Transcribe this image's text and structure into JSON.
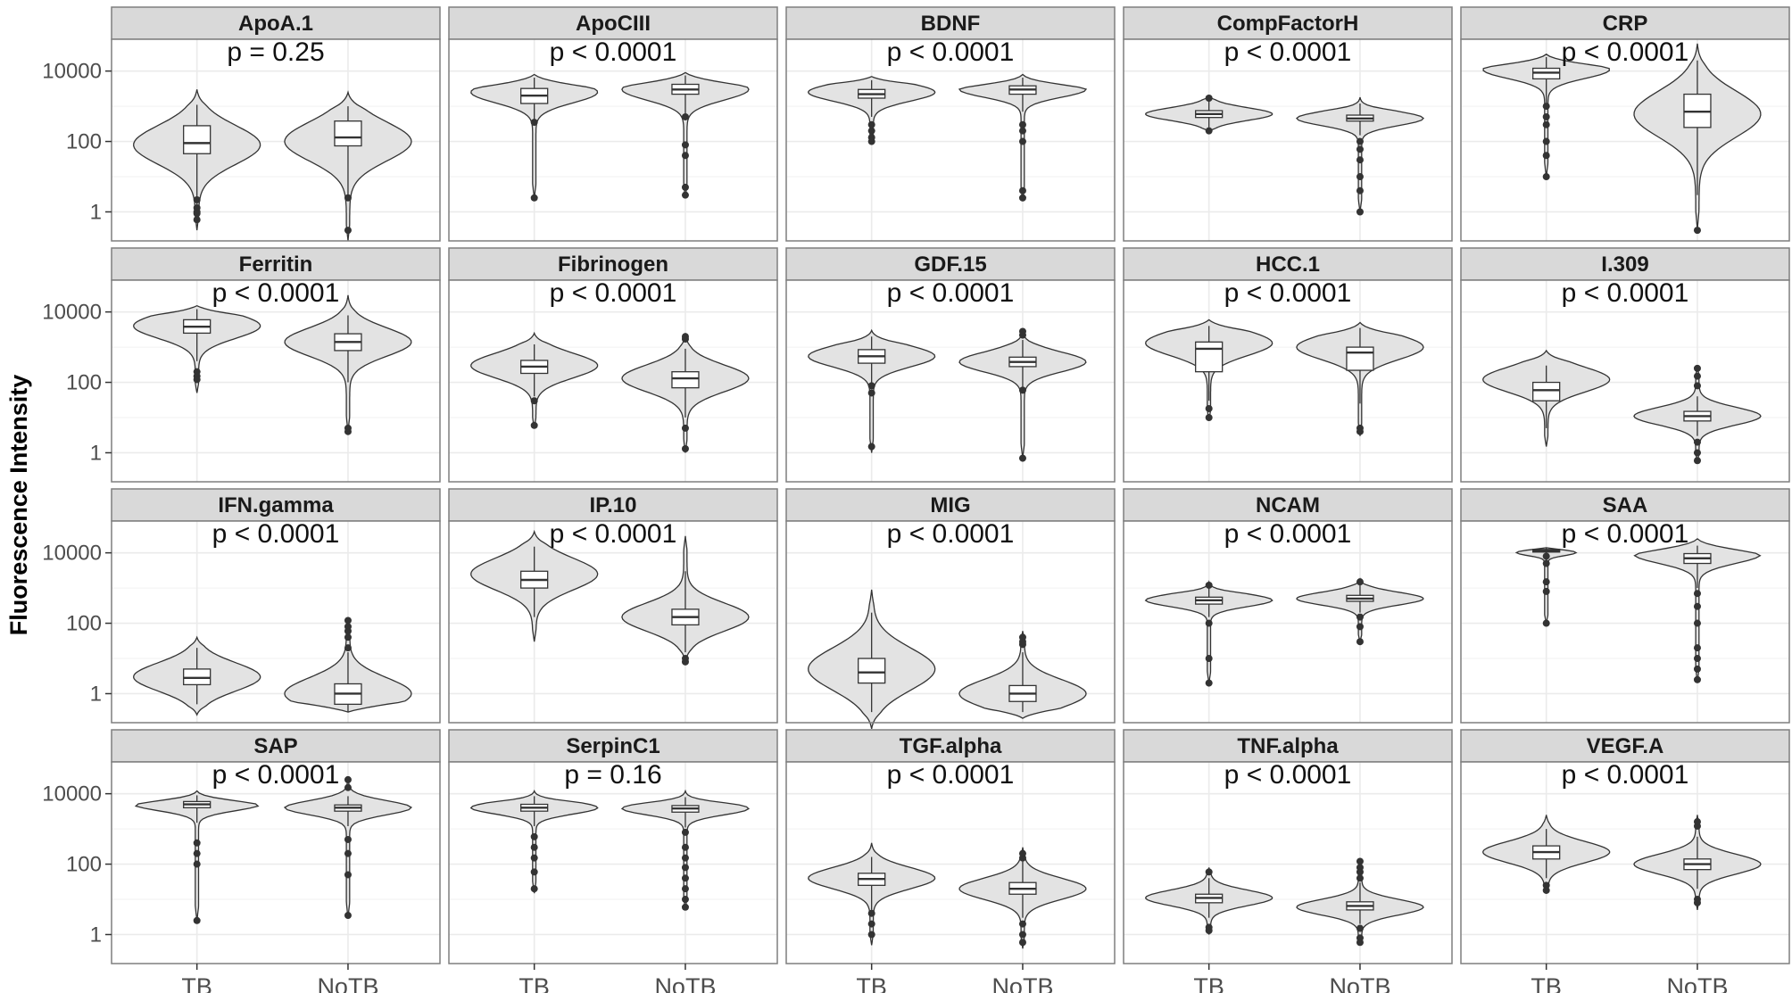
{
  "chart_data": {
    "type": "violin",
    "ylabel": "Fluorescence Intensity",
    "yscale": "log10",
    "ylim": [
      0.15,
      80000
    ],
    "yticks": [
      1,
      100,
      10000
    ],
    "ytick_labels": [
      "1",
      "100",
      "10000"
    ],
    "categories": [
      "TB",
      "NoTB"
    ],
    "grid": true,
    "colors": {
      "violin_fill": "#e3e3e3",
      "strip_fill": "#d9d9d9",
      "panel_border": "#7f7f7f",
      "grid": "#ebebeb",
      "outline": "#333333"
    },
    "panels": [
      {
        "title": "ApoA.1",
        "pval": "p = 0.25",
        "groups": [
          {
            "name": "TB",
            "min": 0.3,
            "max": 3000,
            "q1": 45,
            "median": 90,
            "q3": 280,
            "wlo": 1.5,
            "whi": 1100,
            "mode": 80,
            "sd": 0.55,
            "outliers": [
              1.3,
              2.2,
              0.6,
              0.9,
              1.0
            ]
          },
          {
            "name": "NoTB",
            "min": 0.15,
            "max": 2500,
            "q1": 75,
            "median": 130,
            "q3": 380,
            "wlo": 2.5,
            "whi": 1000,
            "mode": 100,
            "sd": 0.55,
            "outliers": [
              2.5,
              0.3
            ]
          }
        ]
      },
      {
        "title": "ApoCIII",
        "pval": "p < 0.0001",
        "groups": [
          {
            "name": "TB",
            "min": 2.5,
            "max": 8000,
            "q1": 1200,
            "median": 2000,
            "q3": 3200,
            "wlo": 350,
            "whi": 6500,
            "mode": 2500,
            "sd": 0.3,
            "outliers": [
              350,
              2.5
            ]
          },
          {
            "name": "NoTB",
            "min": 2.5,
            "max": 9000,
            "q1": 2200,
            "median": 3000,
            "q3": 4200,
            "wlo": 500,
            "whi": 7500,
            "mode": 3000,
            "sd": 0.3,
            "outliers": [
              500,
              80,
              40,
              5,
              3
            ]
          }
        ]
      },
      {
        "title": "BDNF",
        "pval": "p < 0.0001",
        "groups": [
          {
            "name": "TB",
            "min": 80,
            "max": 7000,
            "q1": 1700,
            "median": 2200,
            "q3": 3000,
            "wlo": 500,
            "whi": 5500,
            "mode": 2500,
            "sd": 0.25,
            "outliers": [
              200,
              130,
              100,
              300
            ]
          },
          {
            "name": "NoTB",
            "min": 2,
            "max": 8000,
            "q1": 2200,
            "median": 3000,
            "q3": 3800,
            "wlo": 700,
            "whi": 6500,
            "mode": 3000,
            "sd": 0.22,
            "outliers": [
              300,
              200,
              100,
              4,
              2.5
            ]
          }
        ]
      },
      {
        "title": "CompFactorH",
        "pval": "p < 0.0001",
        "groups": [
          {
            "name": "TB",
            "min": 180,
            "max": 2000,
            "q1": 480,
            "median": 600,
            "q3": 750,
            "wlo": 250,
            "whi": 1400,
            "mode": 600,
            "sd": 0.18,
            "outliers": [
              200,
              1700
            ]
          },
          {
            "name": "NoTB",
            "min": 1,
            "max": 1800,
            "q1": 380,
            "median": 450,
            "q3": 560,
            "wlo": 150,
            "whi": 1200,
            "mode": 450,
            "sd": 0.2,
            "outliers": [
              100,
              60,
              30,
              10,
              4,
              1
            ]
          }
        ]
      },
      {
        "title": "CRP",
        "pval": "p < 0.0001",
        "groups": [
          {
            "name": "TB",
            "min": 10,
            "max": 30000,
            "q1": 6000,
            "median": 9000,
            "q3": 12000,
            "wlo": 1000,
            "whi": 25000,
            "mode": 11000,
            "sd": 0.25,
            "outliers": [
              1000,
              500,
              300,
              100,
              40,
              10
            ]
          },
          {
            "name": "NoTB",
            "min": 0.3,
            "max": 60000,
            "q1": 250,
            "median": 700,
            "q3": 2200,
            "wlo": 3,
            "whi": 20000,
            "mode": 600,
            "sd": 0.65,
            "outliers": [
              0.3
            ]
          }
        ]
      },
      {
        "title": "Ferritin",
        "pval": "p < 0.0001",
        "groups": [
          {
            "name": "TB",
            "min": 50,
            "max": 15000,
            "q1": 2500,
            "median": 3800,
            "q3": 6000,
            "wlo": 400,
            "whi": 12000,
            "mode": 4000,
            "sd": 0.35,
            "outliers": [
              150,
              120,
              200
            ]
          },
          {
            "name": "NoTB",
            "min": 4,
            "max": 30000,
            "q1": 800,
            "median": 1400,
            "q3": 2400,
            "wlo": 100,
            "whi": 8000,
            "mode": 1400,
            "sd": 0.4,
            "outliers": [
              4,
              5
            ]
          }
        ]
      },
      {
        "title": "Fibrinogen",
        "pval": "p < 0.0001",
        "groups": [
          {
            "name": "TB",
            "min": 5,
            "max": 2500,
            "q1": 180,
            "median": 280,
            "q3": 420,
            "wlo": 40,
            "whi": 1200,
            "mode": 300,
            "sd": 0.35,
            "outliers": [
              30,
              6
            ]
          },
          {
            "name": "NoTB",
            "min": 1,
            "max": 2500,
            "q1": 70,
            "median": 130,
            "q3": 200,
            "wlo": 10,
            "whi": 900,
            "mode": 130,
            "sd": 0.38,
            "outliers": [
              1700,
              2000,
              5,
              1.3
            ]
          }
        ]
      },
      {
        "title": "GDF.15",
        "pval": "p < 0.0001",
        "groups": [
          {
            "name": "TB",
            "min": 1,
            "max": 3000,
            "q1": 350,
            "median": 550,
            "q3": 850,
            "wlo": 80,
            "whi": 2000,
            "mode": 550,
            "sd": 0.3,
            "outliers": [
              80,
              50,
              1.5
            ]
          },
          {
            "name": "NoTB",
            "min": 0.7,
            "max": 3000,
            "q1": 280,
            "median": 380,
            "q3": 520,
            "wlo": 60,
            "whi": 1600,
            "mode": 380,
            "sd": 0.28,
            "outliers": [
              2200,
              2800,
              60,
              0.7
            ]
          }
        ]
      },
      {
        "title": "HCC.1",
        "pval": "p < 0.0001",
        "groups": [
          {
            "name": "TB",
            "min": 8,
            "max": 6000,
            "q1": 200,
            "median": 900,
            "q3": 1400,
            "wlo": 30,
            "whi": 4000,
            "mode": 1300,
            "sd": 0.35,
            "outliers": [
              18,
              10
            ]
          },
          {
            "name": "NoTB",
            "min": 3,
            "max": 5000,
            "q1": 220,
            "median": 700,
            "q3": 1000,
            "wlo": 25,
            "whi": 3500,
            "mode": 1000,
            "sd": 0.35,
            "outliers": [
              5,
              4
            ]
          }
        ]
      },
      {
        "title": "I.309",
        "pval": "p < 0.0001",
        "groups": [
          {
            "name": "TB",
            "min": 1.5,
            "max": 800,
            "q1": 30,
            "median": 60,
            "q3": 100,
            "wlo": 5,
            "whi": 300,
            "mode": 120,
            "sd": 0.35,
            "outliers": []
          },
          {
            "name": "NoTB",
            "min": 0.5,
            "max": 300,
            "q1": 8,
            "median": 11,
            "q3": 15,
            "wlo": 3,
            "whi": 40,
            "mode": 11,
            "sd": 0.25,
            "outliers": [
              80,
              150,
              250,
              2,
              1,
              0.6
            ]
          }
        ]
      },
      {
        "title": "IFN.gamma",
        "pval": "p < 0.0001",
        "groups": [
          {
            "name": "TB",
            "min": 0.25,
            "max": 40,
            "q1": 1.8,
            "median": 2.8,
            "q3": 5,
            "wlo": 0.5,
            "whi": 20,
            "mode": 3,
            "sd": 0.4,
            "outliers": []
          },
          {
            "name": "NoTB",
            "min": 0.3,
            "max": 150,
            "q1": 0.5,
            "median": 1,
            "q3": 1.9,
            "wlo": 0.3,
            "whi": 15,
            "mode": 1,
            "sd": 0.45,
            "outliers": [
              20,
              40,
              60,
              80,
              120
            ]
          }
        ]
      },
      {
        "title": "IP.10",
        "pval": "p < 0.0001",
        "groups": [
          {
            "name": "TB",
            "min": 30,
            "max": 40000,
            "q1": 1000,
            "median": 1700,
            "q3": 3000,
            "wlo": 150,
            "whi": 15000,
            "mode": 2500,
            "sd": 0.45,
            "outliers": []
          },
          {
            "name": "NoTB",
            "min": 7,
            "max": 30000,
            "q1": 90,
            "median": 150,
            "q3": 250,
            "wlo": 15,
            "whi": 3000,
            "mode": 150,
            "sd": 0.4,
            "outliers": [
              8,
              10
            ]
          }
        ]
      },
      {
        "title": "MIG",
        "pval": "p < 0.0001",
        "groups": [
          {
            "name": "TB",
            "min": 0.1,
            "max": 900,
            "q1": 2,
            "median": 4,
            "q3": 10,
            "wlo": 0.3,
            "whi": 200,
            "mode": 5,
            "sd": 0.6,
            "outliers": []
          },
          {
            "name": "NoTB",
            "min": 0.2,
            "max": 60,
            "q1": 0.6,
            "median": 1,
            "q3": 1.7,
            "wlo": 0.3,
            "whi": 15,
            "mode": 1,
            "sd": 0.4,
            "outliers": [
              25,
              30,
              40
            ]
          }
        ]
      },
      {
        "title": "NCAM",
        "pval": "p < 0.0001",
        "groups": [
          {
            "name": "TB",
            "min": 2,
            "max": 1500,
            "q1": 350,
            "median": 450,
            "q3": 550,
            "wlo": 150,
            "whi": 1000,
            "mode": 450,
            "sd": 0.18,
            "outliers": [
              100,
              10,
              2,
              1200
            ]
          },
          {
            "name": "NoTB",
            "min": 30,
            "max": 1800,
            "q1": 420,
            "median": 500,
            "q3": 620,
            "wlo": 200,
            "whi": 1200,
            "mode": 500,
            "sd": 0.18,
            "outliers": [
              150,
              80,
              30,
              1500
            ]
          }
        ]
      },
      {
        "title": "SAA",
        "pval": "p < 0.0001",
        "groups": [
          {
            "name": "TB",
            "min": 100,
            "max": 14000,
            "q1": 10500,
            "median": 11500,
            "q3": 12500,
            "wlo": 6000,
            "whi": 13500,
            "mode": 12000,
            "sd": 0.1,
            "outliers": [
              8000,
              5000,
              1500,
              800,
              100
            ]
          },
          {
            "name": "NoTB",
            "min": 2,
            "max": 25000,
            "q1": 5000,
            "median": 7000,
            "q3": 9500,
            "wlo": 1000,
            "whi": 16000,
            "mode": 9000,
            "sd": 0.25,
            "outliers": [
              700,
              300,
              100,
              20,
              10,
              5,
              2.5
            ]
          }
        ]
      },
      {
        "title": "SAP",
        "pval": "p < 0.0001",
        "groups": [
          {
            "name": "TB",
            "min": 2.5,
            "max": 12000,
            "q1": 4000,
            "median": 5000,
            "q3": 6000,
            "wlo": 1500,
            "whi": 9000,
            "mode": 5000,
            "sd": 0.18,
            "outliers": [
              400,
              200,
              100,
              2.5
            ]
          },
          {
            "name": "NoTB",
            "min": 3,
            "max": 30000,
            "q1": 3200,
            "median": 4000,
            "q3": 4800,
            "wlo": 1200,
            "whi": 8500,
            "mode": 4000,
            "sd": 0.2,
            "outliers": [
              15000,
              25000,
              500,
              200,
              50,
              3.5
            ]
          }
        ]
      },
      {
        "title": "SerpinC1",
        "pval": "p = 0.16",
        "groups": [
          {
            "name": "TB",
            "min": 15,
            "max": 12000,
            "q1": 3200,
            "median": 4000,
            "q3": 5000,
            "wlo": 1200,
            "whi": 8500,
            "mode": 4000,
            "sd": 0.18,
            "outliers": [
              600,
              300,
              150,
              60,
              20
            ]
          },
          {
            "name": "NoTB",
            "min": 5,
            "max": 12000,
            "q1": 3000,
            "median": 3800,
            "q3": 4600,
            "wlo": 1100,
            "whi": 8000,
            "mode": 3800,
            "sd": 0.18,
            "outliers": [
              800,
              300,
              150,
              80,
              40,
              20,
              10,
              6
            ]
          }
        ]
      },
      {
        "title": "TGF.alpha",
        "pval": "p < 0.0001",
        "groups": [
          {
            "name": "TB",
            "min": 0.5,
            "max": 400,
            "q1": 25,
            "median": 38,
            "q3": 55,
            "wlo": 5,
            "whi": 160,
            "mode": 40,
            "sd": 0.3,
            "outliers": [
              4,
              2,
              1
            ]
          },
          {
            "name": "NoTB",
            "min": 0.4,
            "max": 300,
            "q1": 14,
            "median": 20,
            "q3": 30,
            "wlo": 3,
            "whi": 120,
            "mode": 20,
            "sd": 0.3,
            "outliers": [
              2,
              1,
              0.6,
              150,
              200
            ]
          }
        ]
      },
      {
        "title": "TNF.alpha",
        "pval": "p < 0.0001",
        "groups": [
          {
            "name": "TB",
            "min": 1,
            "max": 80,
            "q1": 8,
            "median": 11,
            "q3": 14,
            "wlo": 3,
            "whi": 40,
            "mode": 11,
            "sd": 0.22,
            "outliers": [
              1.6,
              1.3,
              60
            ]
          },
          {
            "name": "NoTB",
            "min": 0.5,
            "max": 150,
            "q1": 5,
            "median": 6.5,
            "q3": 8.5,
            "wlo": 2,
            "whi": 30,
            "mode": 6,
            "sd": 0.22,
            "outliers": [
              40,
              60,
              80,
              120,
              1.5,
              0.8,
              0.6
            ]
          }
        ]
      },
      {
        "title": "VEGF.A",
        "pval": "p < 0.0001",
        "groups": [
          {
            "name": "TB",
            "min": 15,
            "max": 2500,
            "q1": 140,
            "median": 220,
            "q3": 330,
            "wlo": 40,
            "whi": 1000,
            "mode": 220,
            "sd": 0.3,
            "outliers": [
              25,
              18
            ]
          },
          {
            "name": "NoTB",
            "min": 5,
            "max": 2500,
            "q1": 70,
            "median": 100,
            "q3": 140,
            "wlo": 20,
            "whi": 600,
            "mode": 100,
            "sd": 0.28,
            "outliers": [
              10,
              8,
              1200,
              1600
            ]
          }
        ]
      }
    ]
  }
}
